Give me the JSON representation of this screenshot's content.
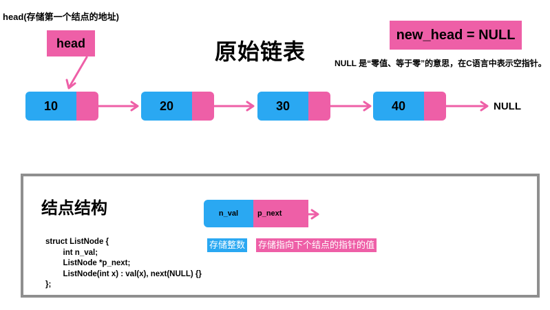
{
  "head_caption": "head(存储第一个结点的地址)",
  "head_label": "head",
  "title": "原始链表",
  "new_head_label": "new_head = NULL",
  "null_note": "NULL 是“零值、等于零”的意思，在C语言中表示空指针。",
  "nodes": [
    "10",
    "20",
    "30",
    "40"
  ],
  "null_end": "NULL",
  "struct_section": {
    "title": "结点结构",
    "code": "struct ListNode {\n        int n_val;\n        ListNode *p_next;\n        ListNode(int x) : val(x), next(NULL) {}\n};",
    "field_val": "n_val",
    "field_next": "p_next",
    "tag_val": "存储整数",
    "tag_next": "存储指向下个结点的指针的值"
  },
  "colors": {
    "node_blue": "#2aa8f2",
    "pointer_pink": "#ee5fa7",
    "frame_gray": "#8f8f8f"
  }
}
